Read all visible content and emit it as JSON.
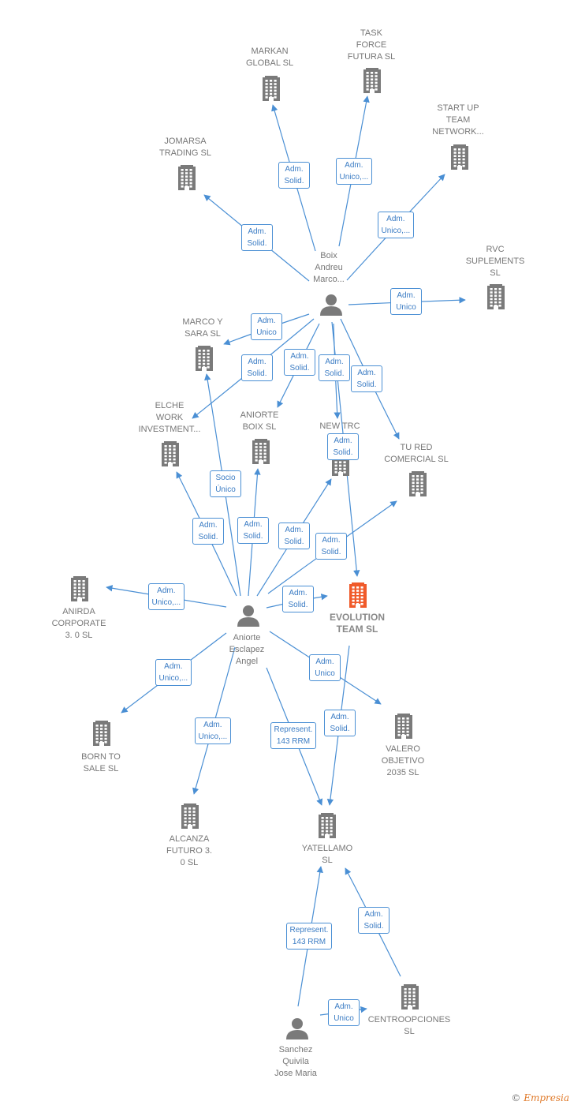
{
  "colors": {
    "edge": "#4a8fd4",
    "building": "#7a7a7a",
    "highlight": "#f05a2a",
    "person": "#7a7a7a",
    "label": "#777777",
    "rel_text": "#3b7cc4"
  },
  "nodes": [
    {
      "id": "markan",
      "type": "company",
      "label": "MARKAN\nGLOBAL  SL"
    },
    {
      "id": "taskforce",
      "type": "company",
      "label": "TASK\nFORCE\nFUTURA  SL"
    },
    {
      "id": "startup",
      "type": "company",
      "label": "START UP\nTEAM\nNETWORK..."
    },
    {
      "id": "jomarsa",
      "type": "company",
      "label": "JOMARSA\nTRADING  SL"
    },
    {
      "id": "boix",
      "type": "person",
      "label": "Boix\nAndreu\nMarco..."
    },
    {
      "id": "rvc",
      "type": "company",
      "label": "RVC\nSUPLEMENTS\nSL"
    },
    {
      "id": "marcoysara",
      "type": "company",
      "label": "MARCO Y\nSARA  SL"
    },
    {
      "id": "elche",
      "type": "company",
      "label": "ELCHE\nWORK\nINVESTMENT..."
    },
    {
      "id": "aniorteboix",
      "type": "company",
      "label": "ANIORTE\nBOIX SL"
    },
    {
      "id": "newtrc",
      "type": "company",
      "label": "NEW TRC\nEL..."
    },
    {
      "id": "tured",
      "type": "company",
      "label": "TU RED\nCOMERCIAL SL"
    },
    {
      "id": "anirda",
      "type": "company",
      "label": "ANIRDA\nCORPORATE\n3. 0  SL"
    },
    {
      "id": "aniorte",
      "type": "person",
      "label": "Aniorte\nEsclapez\nAngel"
    },
    {
      "id": "evolution",
      "type": "company",
      "highlight": true,
      "label": "EVOLUTION\nTEAM  SL"
    },
    {
      "id": "born",
      "type": "company",
      "label": "BORN TO\nSALE  SL"
    },
    {
      "id": "valero",
      "type": "company",
      "label": "VALERO\nOBJETIVO\n2035  SL"
    },
    {
      "id": "alcanza",
      "type": "company",
      "label": "ALCANZA\nFUTURO 3.\n0  SL"
    },
    {
      "id": "yatellamo",
      "type": "company",
      "label": "YATELLAMO\nSL"
    },
    {
      "id": "centro",
      "type": "company",
      "label": "CENTROOPCIONES\nSL"
    },
    {
      "id": "sanchez",
      "type": "person",
      "label": "Sanchez\nQuivila\nJose Maria"
    }
  ],
  "edges": [
    {
      "from": "boix",
      "to": "markan",
      "label": "Adm.\nSolid."
    },
    {
      "from": "boix",
      "to": "taskforce",
      "label": "Adm.\nUnico,..."
    },
    {
      "from": "boix",
      "to": "startup",
      "label": "Adm.\nUnico,..."
    },
    {
      "from": "boix",
      "to": "jomarsa",
      "label": "Adm.\nSolid."
    },
    {
      "from": "boix",
      "to": "rvc",
      "label": "Adm.\nUnico"
    },
    {
      "from": "boix",
      "to": "marcoysara",
      "label": "Adm.\nUnico"
    },
    {
      "from": "boix",
      "to": "elche",
      "label": "Adm.\nSolid."
    },
    {
      "from": "boix",
      "to": "aniorteboix",
      "label": "Adm.\nSolid."
    },
    {
      "from": "boix",
      "to": "newtrc",
      "label": "Adm.\nSolid."
    },
    {
      "from": "boix",
      "to": "tured",
      "label": "Adm.\nSolid."
    },
    {
      "from": "boix",
      "to": "evolution",
      "label": "Adm.\nSolid."
    },
    {
      "from": "aniorte",
      "to": "marcoysara",
      "label": "Socio\nÚnico"
    },
    {
      "from": "aniorte",
      "to": "elche",
      "label": "Adm.\nSolid."
    },
    {
      "from": "aniorte",
      "to": "aniorteboix",
      "label": "Adm.\nSolid."
    },
    {
      "from": "aniorte",
      "to": "newtrc",
      "label": "Adm.\nSolid."
    },
    {
      "from": "aniorte",
      "to": "tured",
      "label": "Adm.\nSolid."
    },
    {
      "from": "aniorte",
      "to": "anirda",
      "label": "Adm.\nUnico,..."
    },
    {
      "from": "aniorte",
      "to": "evolution",
      "label": "Adm.\nSolid."
    },
    {
      "from": "aniorte",
      "to": "born",
      "label": "Adm.\nUnico,..."
    },
    {
      "from": "aniorte",
      "to": "valero",
      "label": "Adm.\nUnico"
    },
    {
      "from": "aniorte",
      "to": "alcanza",
      "label": "Adm.\nUnico,..."
    },
    {
      "from": "aniorte",
      "to": "yatellamo",
      "label": "Represent.\n143 RRM"
    },
    {
      "from": "evolution",
      "to": "yatellamo",
      "label": "Adm.\nSolid."
    },
    {
      "from": "sanchez",
      "to": "yatellamo",
      "label": "Represent.\n143 RRM"
    },
    {
      "from": "centro",
      "to": "yatellamo",
      "label": "Adm.\nSolid."
    },
    {
      "from": "sanchez",
      "to": "centro",
      "label": "Adm.\nUnico"
    }
  ],
  "footer": {
    "copyright": "©",
    "brand": "Empresia"
  }
}
